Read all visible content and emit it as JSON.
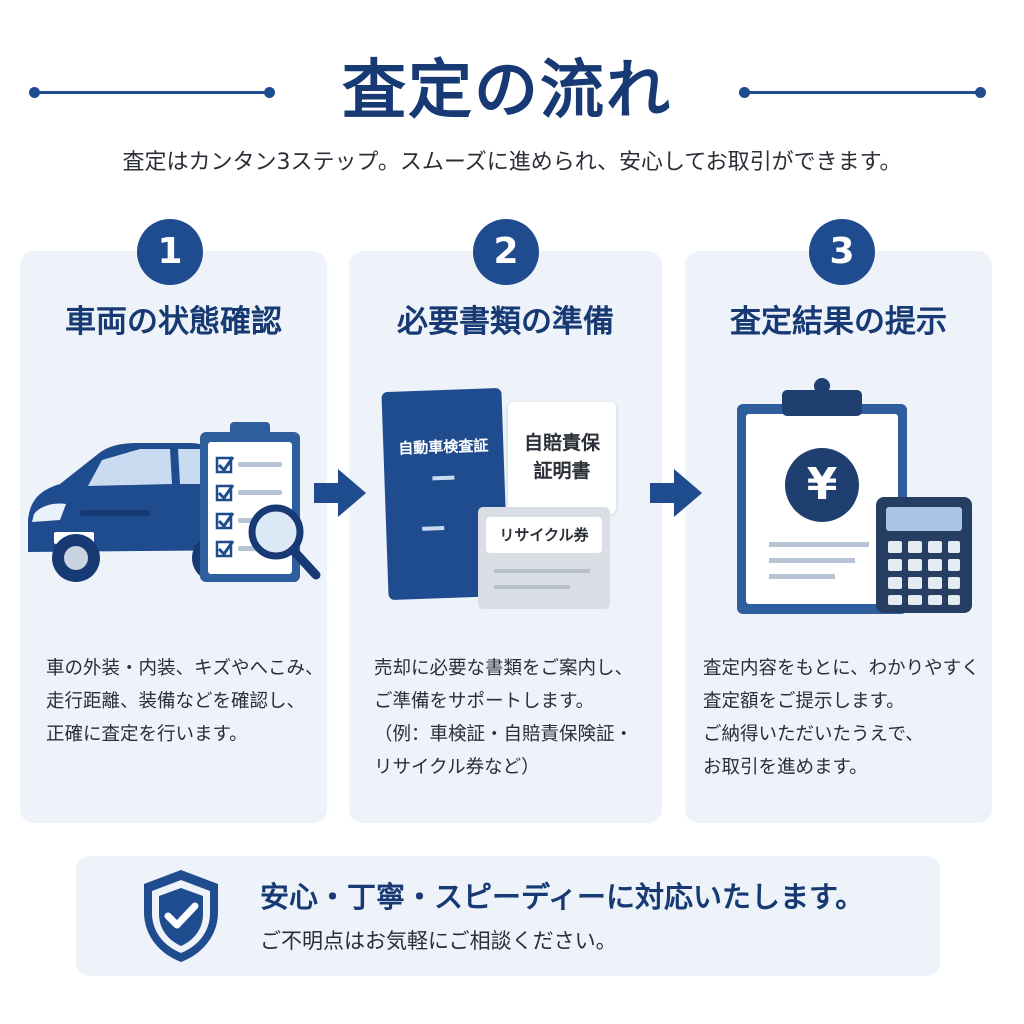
{
  "header": {
    "title": "査定の流れ",
    "subtitle": "査定はカンタン3ステップ。スムーズに進められ、安心してお取引ができます。"
  },
  "steps": [
    {
      "number": "1",
      "title": "車両の状態確認",
      "desc": [
        "車の外装・内装、キズやへこみ、",
        "走行距離、装備などを確認し、",
        "正確に査定を行います。"
      ]
    },
    {
      "number": "2",
      "title": "必要書類の準備",
      "desc": [
        "売却に必要な書類をご案内し、",
        "ご準備をサポートします。",
        "（例：車検証・自賠責保険証・",
        "リサイクル券など）"
      ],
      "docs": {
        "doc1": "自動車検査証",
        "doc2_line1": "自賠責保",
        "doc2_line2": "証明書",
        "doc3": "リサイクル券"
      }
    },
    {
      "number": "3",
      "title": "査定結果の提示",
      "desc": [
        "査定内容をもとに、わかりやすく",
        "査定額をご提示します。",
        "ご納得いただいたうえで、",
        "お取引を進めます。"
      ],
      "currency_symbol": "¥"
    }
  ],
  "footer": {
    "main": "安心・丁寧・スピーディーに対応いたします。",
    "sub": "ご不明点はお気軽にご相談ください。"
  },
  "colors": {
    "primary": "#1f4c8f",
    "title": "#173a74",
    "card_bg": "#eef3f9"
  },
  "icons": [
    "car-icon",
    "checklist-clipboard-icon",
    "magnifier-icon",
    "arrow-right-icon",
    "document-icon",
    "yen-icon",
    "calculator-icon",
    "shield-check-icon"
  ]
}
